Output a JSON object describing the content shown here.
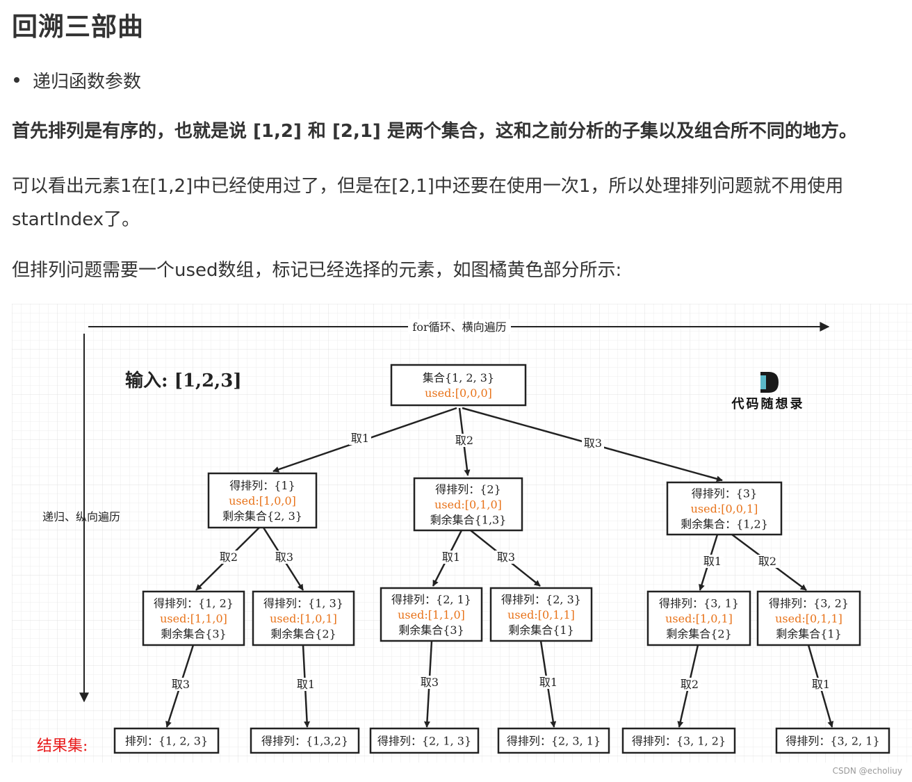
{
  "heading": "回溯三部曲",
  "bullet": "递归函数参数",
  "para1": "首先排列是有序的，也就是说 [1,2] 和 [2,1] 是两个集合，这和之前分析的子集以及组合所不同的地方。",
  "para2_line1": "可以看出元素1在[1,2]中已经使用过了，但是在[2,1]中还要在使用一次1，所以处理排列问题就不用使用",
  "para2_line2": "startIndex了。",
  "para3": "但排列问题需要一个used数组，标记已经选择的元素，如图橘黄色部分所示:",
  "diagram": {
    "horizontal_label": "for循环、横向遍历",
    "vertical_label": "递归、纵向遍历",
    "input_label": "输入: [1,2,3]",
    "logo_text": "代码随想录",
    "result_label": "结果集:",
    "accent_color": "#e8731a",
    "result_color": "#e8191a",
    "nodes": {
      "root": {
        "line1": "集合{1, 2, 3}",
        "used": "used:[0,0,0]"
      },
      "l1": [
        {
          "line1": "得排列：{1}",
          "used": "used:[1,0,0]",
          "line3": "剩余集合{2, 3}"
        },
        {
          "line1": "得排列：{2}",
          "used": "used:[0,1,0]",
          "line3": "剩余集合{1,3}"
        },
        {
          "line1": "得排列：{3}",
          "used": "used:[0,0,1]",
          "line3": "剩余集合：{1,2}"
        }
      ],
      "l2": [
        {
          "line1": "得排列：{1, 2}",
          "used": "used:[1,1,0]",
          "line3": "剩余集合{3}"
        },
        {
          "line1": "得排列：{1, 3}",
          "used": "used:[1,0,1]",
          "line3": "剩余集合{2}"
        },
        {
          "line1": "得排列：{2, 1}",
          "used": "used:[1,1,0]",
          "line3": "剩余集合{3}"
        },
        {
          "line1": "得排列：{2, 3}",
          "used": "used:[0,1,1]",
          "line3": "剩余集合{1}"
        },
        {
          "line1": "得排列：{3, 1}",
          "used": "used:[1,0,1]",
          "line3": "剩余集合{2}"
        },
        {
          "line1": "得排列：{3, 2}",
          "used": "used:[0,1,1]",
          "line3": "剩余集合{1}"
        }
      ],
      "leaves": [
        "排列：{1, 2, 3}",
        "得排列：{1,3,2}",
        "得排列：{2, 1, 3}",
        "得排列：{2, 3, 1}",
        "得排列：{3, 1, 2}",
        "得排列：{3, 2, 1}"
      ]
    },
    "edges": {
      "root_to_l1": [
        "取1",
        "取2",
        "取3"
      ],
      "l1_to_l2": [
        "取2",
        "取3",
        "取1",
        "取3",
        "取1",
        "取2"
      ],
      "l2_to_leaf": [
        "取3",
        "取1",
        "取3",
        "取1",
        "取2",
        "取1"
      ]
    }
  },
  "watermark": "CSDN @echoliuy"
}
